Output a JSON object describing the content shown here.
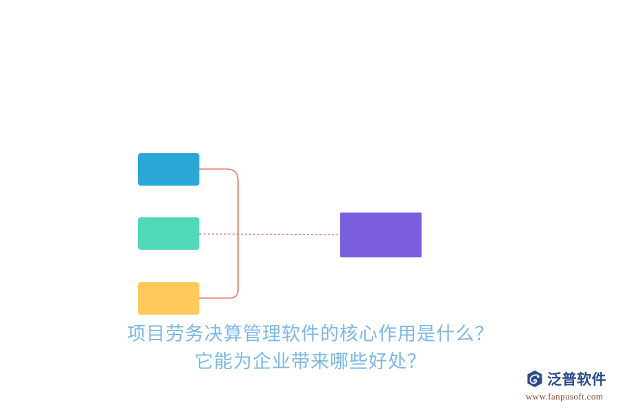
{
  "diagram": {
    "nodes": [
      {
        "id": "blue",
        "label": "",
        "color": "#29a8d8"
      },
      {
        "id": "green",
        "label": "",
        "color": "#4fd9b8"
      },
      {
        "id": "yellow",
        "label": "",
        "color": "#ffc95b"
      },
      {
        "id": "purple",
        "label": "",
        "color": "#7b5ede"
      }
    ],
    "connector_color": "#e8785e",
    "connector_dotted_color": "#e8785e"
  },
  "caption": {
    "line1": "项目劳务决算管理软件的核心作用是什么？",
    "line2": "它能为企业带来哪些好处？",
    "color": "#7ab8e8"
  },
  "logo": {
    "name": "泛普软件",
    "url": "www.fanpusoft.com",
    "mark_icon": "fanpu-logo-icon",
    "name_color": "#2b4b8c",
    "url_color": "#8a4a3a"
  }
}
